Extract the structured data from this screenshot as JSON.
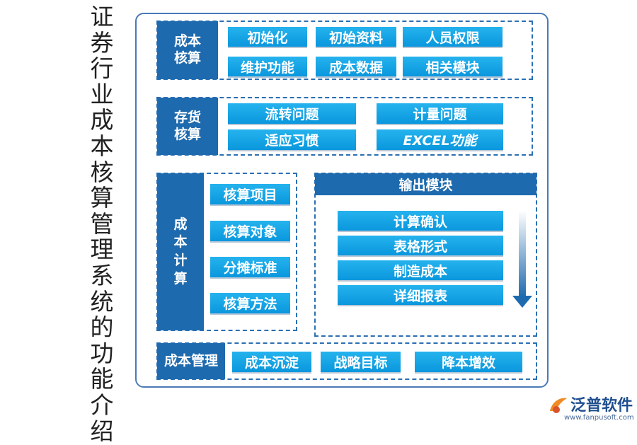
{
  "title": "证券行业成本核算管理系统的功能介绍",
  "sections": {
    "cost_accounting": {
      "label": "成本\n核算",
      "buttons": [
        "初始化",
        "初始资料",
        "人员权限",
        "维护功能",
        "成本数据",
        "相关模块"
      ]
    },
    "inventory_accounting": {
      "label": "存货\n核算",
      "buttons": [
        "流转问题",
        "计量问题",
        "适应习惯",
        "EXCEL功能"
      ]
    },
    "cost_calculation": {
      "label": "成\n本\n计\n算",
      "buttons": [
        "核算项目",
        "核算对象",
        "分摊标准",
        "核算方法"
      ]
    },
    "output_module": {
      "header": "输出模块",
      "buttons": [
        "计算确认",
        "表格形式",
        "制造成本",
        "详细报表"
      ]
    },
    "cost_management": {
      "label": "成本管理",
      "buttons": [
        "成本沉淀",
        "战略目标",
        "降本增效"
      ]
    }
  },
  "logo": {
    "name": "泛普软件",
    "url": "www.fanpusoft.com",
    "icon": "fanpu-logo-icon"
  },
  "colors": {
    "label_bg": "#1e6aae",
    "button": "#0ea5e9",
    "frame": "#4a79b6",
    "arrow": "#1e6aae"
  }
}
